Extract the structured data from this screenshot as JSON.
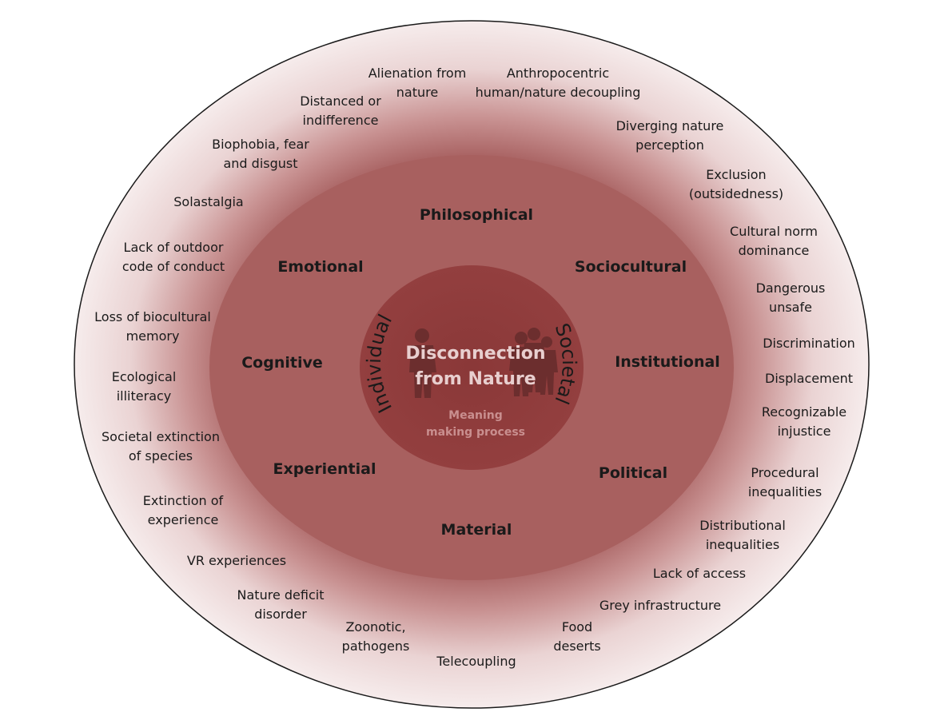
{
  "center": {
    "title_line1": "Disconnection",
    "title_line2": "from Nature",
    "subtitle_line1": "Meaning",
    "subtitle_line2": "making process",
    "left_arc": "Individual",
    "right_arc": "Societal"
  },
  "middle_ring": [
    "Philosophical",
    "Sociocultural",
    "Institutional",
    "Political",
    "Material",
    "Experiential",
    "Cognitive",
    "Emotional"
  ],
  "outer_ring": [
    [
      "Alienation from",
      "nature"
    ],
    [
      "Anthropocentric",
      "human/nature decoupling"
    ],
    [
      "Distanced or",
      "indifference"
    ],
    [
      "Diverging nature",
      "perception"
    ],
    [
      "Biophobia, fear",
      "and disgust"
    ],
    [
      "Exclusion",
      "(outsidedness)"
    ],
    [
      "Solastalgia"
    ],
    [
      "Cultural norm",
      "dominance"
    ],
    [
      "Lack of outdoor",
      "code of conduct"
    ],
    [
      "Dangerous",
      "unsafe"
    ],
    [
      "Loss of biocultural",
      "memory"
    ],
    [
      "Discrimination"
    ],
    [
      "Displacement"
    ],
    [
      "Ecological",
      "illiteracy"
    ],
    [
      "Recognizable",
      "injustice"
    ],
    [
      "Societal extinction",
      "of species"
    ],
    [
      "Procedural",
      "inequalities"
    ],
    [
      "Extinction of",
      "experience"
    ],
    [
      "Distributional",
      "inequalities"
    ],
    [
      "VR experiences"
    ],
    [
      "Lack of access"
    ],
    [
      "Nature deficit",
      "disorder"
    ],
    [
      "Grey infrastructure"
    ],
    [
      "Zoonotic,",
      "pathogens"
    ],
    [
      "Food",
      "deserts"
    ],
    [
      "Telecoupling"
    ]
  ],
  "colors": {
    "outer_edge": "#ffffff",
    "outer_inner": "#8f3f3f",
    "middle_ring": "#a7605f",
    "core_outer": "#944848",
    "core_inner": "#7e2f2f",
    "silhouette": "#6a2a2a"
  }
}
